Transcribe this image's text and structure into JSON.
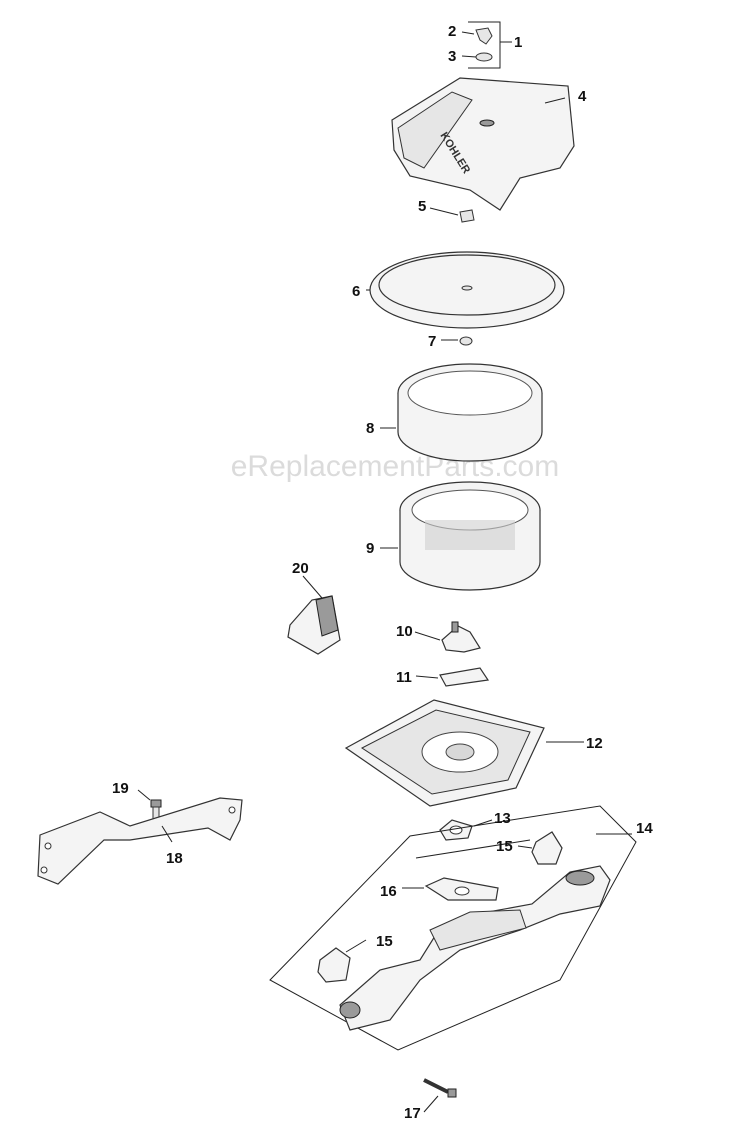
{
  "watermark": "eReplacementParts.com",
  "logo_text": "KOHLER",
  "callouts": [
    "1",
    "2",
    "3",
    "4",
    "5",
    "6",
    "7",
    "8",
    "9",
    "10",
    "11",
    "12",
    "13",
    "14",
    "15",
    "15",
    "16",
    "17",
    "18",
    "19",
    "20"
  ]
}
